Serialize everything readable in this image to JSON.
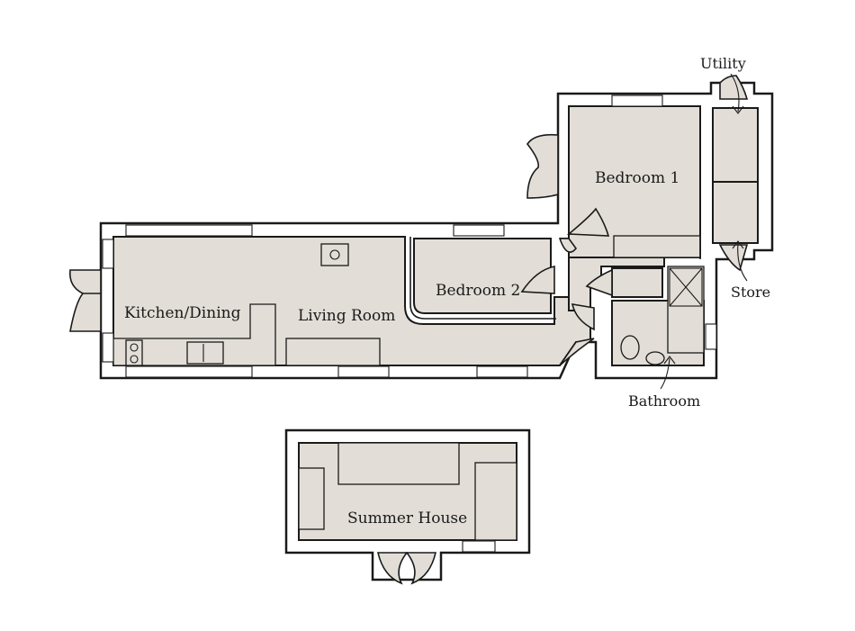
{
  "rooms": {
    "kitchen_dining": "Kitchen/Dining",
    "living_room": "Living Room",
    "bedroom_2": "Bedroom 2",
    "bedroom_1": "Bedroom 1",
    "utility": "Utility",
    "store": "Store",
    "bathroom": "Bathroom",
    "summer_house": "Summer House"
  },
  "colors": {
    "floor": "#e2ded7",
    "wall": "#ffffff",
    "outline": "#1a1a1a"
  }
}
